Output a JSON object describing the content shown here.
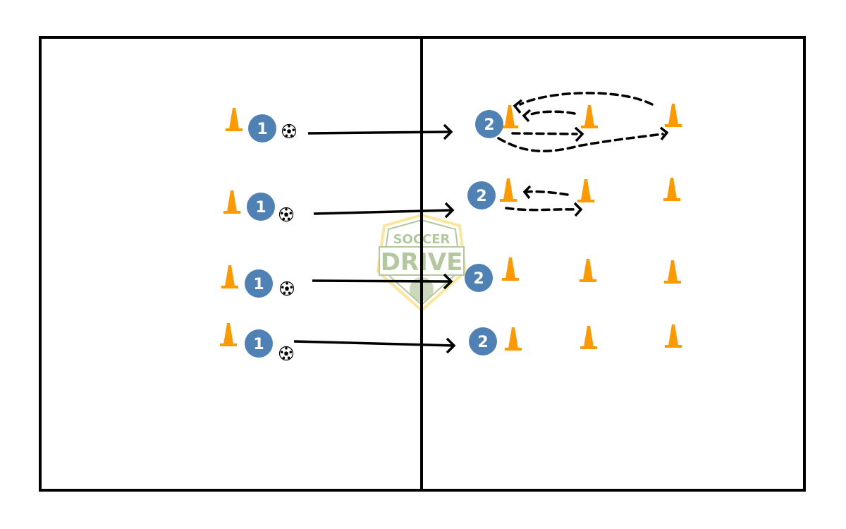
{
  "diagram": {
    "title": "Soccer passing drill",
    "players_group_1": [
      "1",
      "1",
      "1",
      "1"
    ],
    "players_group_2": [
      "2",
      "2",
      "2",
      "2"
    ],
    "watermark": {
      "line1": "SOCCER",
      "line2": "DRIVE"
    },
    "colors": {
      "player": "#4f81b4",
      "cone": "#ff9900",
      "field_line": "#000000",
      "watermark": "#a8bf8f",
      "watermark_border": "#fbe28a"
    }
  }
}
